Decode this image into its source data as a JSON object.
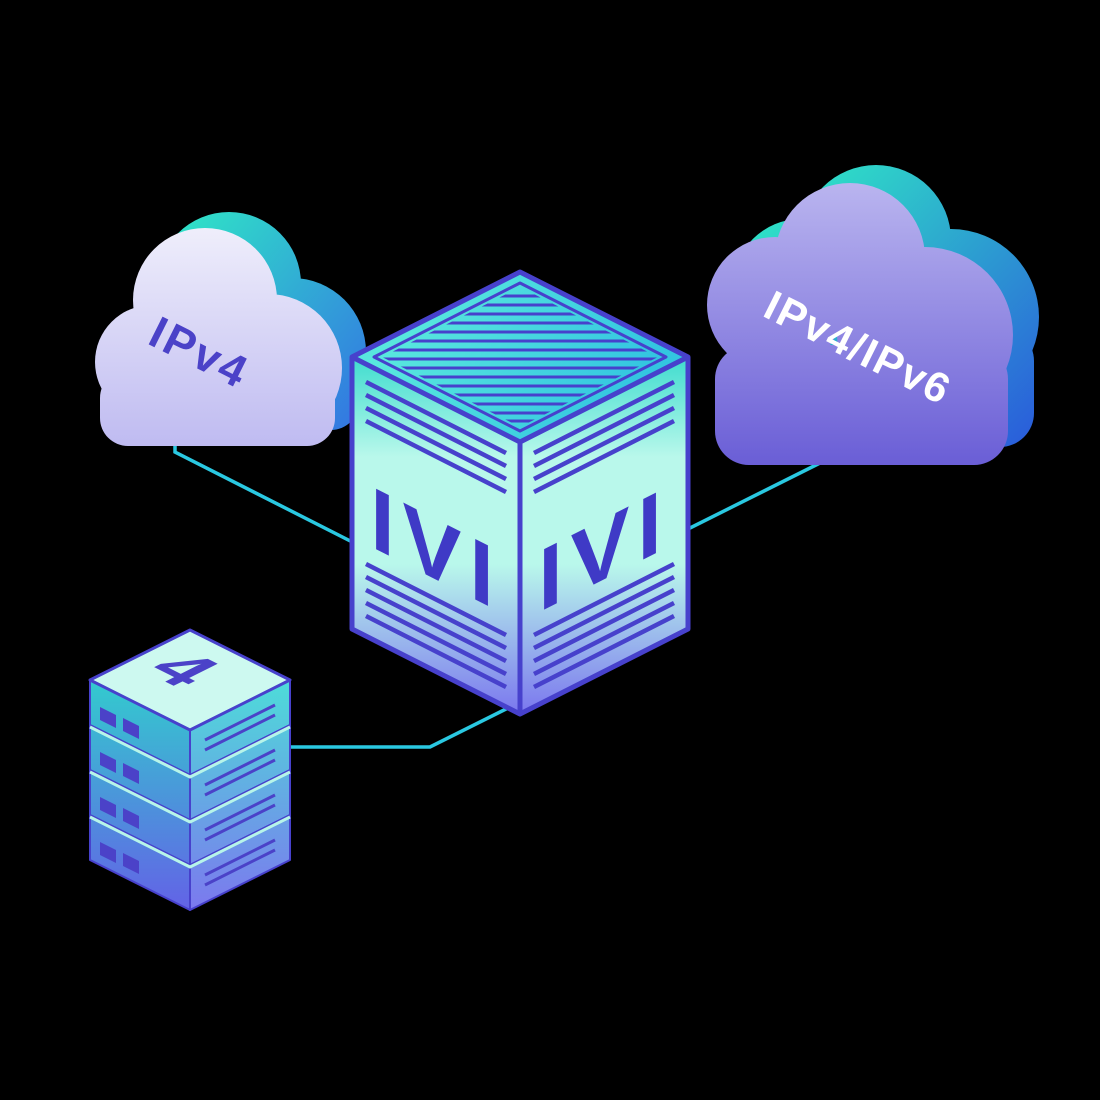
{
  "diagram": {
    "kind": "isometric-network-illustration",
    "background_color": "#000000",
    "nodes": {
      "left_cloud": {
        "label": "IPv4",
        "shape": "cloud",
        "position": "upper-left",
        "fill_top": "#EFEEFB",
        "fill_bottom": "#BFBBF1",
        "accent_teal": "#2FEAC5",
        "accent_blue": "#3377E2",
        "label_color": "#4B42C8"
      },
      "right_cloud": {
        "label": "IPv4/IPv6",
        "shape": "cloud",
        "position": "upper-right",
        "fill_top": "#B9B4EF",
        "fill_bottom": "#6A5ED6",
        "accent_teal": "#2FEAC5",
        "accent_blue": "#2A5BDB",
        "label_color": "#FFFFFF"
      },
      "translator_cube": {
        "label_left_face": "IVI",
        "label_right_face": "IVI",
        "shape": "isometric-cube",
        "position": "center",
        "face_teal": "#3FDCCE",
        "face_mint": "#B9F8EB",
        "face_periwinkle": "#7B77EE",
        "outline_color": "#4741CC",
        "label_color": "#3F3AC6"
      },
      "server_stack": {
        "label": "4",
        "shape": "isometric-server-stack",
        "units": 4,
        "position": "lower-left",
        "top_fill": "#CDF9F0",
        "side_teal": "#2ED4CC",
        "side_periwinkle": "#6460E7",
        "detail_color": "#4B42C8",
        "label_color": "#4B42C8"
      }
    },
    "connections": [
      {
        "from": "left_cloud",
        "to": "translator_cube",
        "color": "#2AC8E1"
      },
      {
        "from": "right_cloud",
        "to": "translator_cube",
        "color": "#2AC8E1"
      },
      {
        "from": "server_stack",
        "to": "translator_cube",
        "color": "#2AC8E1"
      }
    ]
  }
}
